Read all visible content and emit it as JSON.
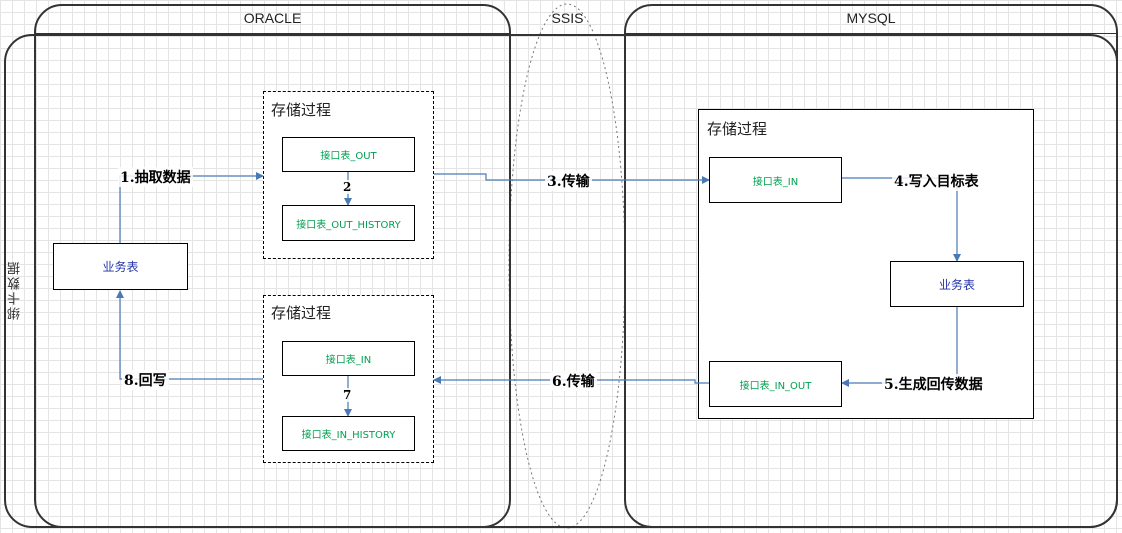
{
  "lanes": {
    "left": "绑卡数据",
    "oracle": "ORACLE",
    "ssis": "SSIS",
    "mysql": "MYSQL"
  },
  "groups": {
    "oracle_out": "存储过程",
    "oracle_in": "存储过程",
    "mysql": "存储过程"
  },
  "nodes": {
    "oracle_business": "业务表",
    "out": "接口表_OUT",
    "out_history": "接口表_OUT_HISTORY",
    "in": "接口表_IN",
    "in_history": "接口表_IN_HISTORY",
    "mysql_in": "接口表_IN",
    "mysql_business": "业务表",
    "mysql_in_out": "接口表_IN_OUT"
  },
  "edges": {
    "e1": "1.抽取数据",
    "e2": "2",
    "e3": "3.传输",
    "e4": "4.写入目标表",
    "e5": "5.生成回传数据",
    "e6": "6.传输",
    "e7": "7",
    "e8": "8.回写"
  },
  "colors": {
    "connector": "#4a7ab5",
    "node_text_green": "#00a050",
    "node_text_blue": "#2233aa"
  }
}
